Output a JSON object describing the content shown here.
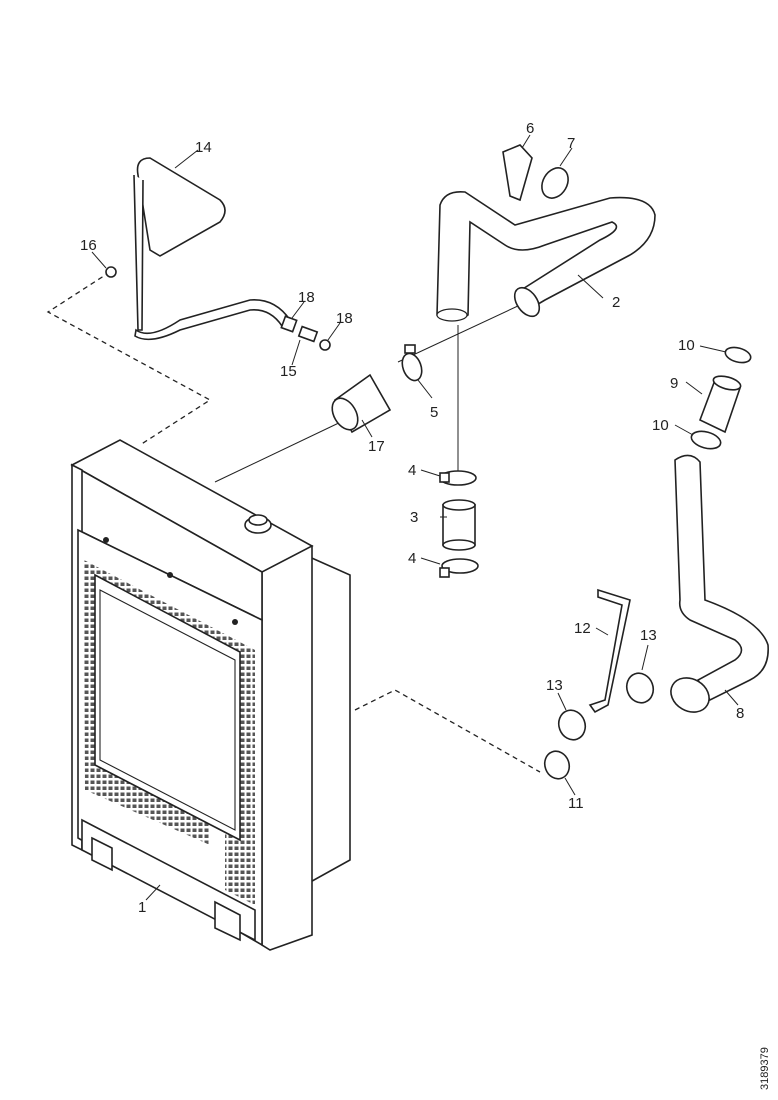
{
  "callouts": {
    "c1": "1",
    "c2": "2",
    "c3": "3",
    "c4a": "4",
    "c4b": "4",
    "c5": "5",
    "c6": "6",
    "c7": "7",
    "c8": "8",
    "c9": "9",
    "c10a": "10",
    "c10b": "10",
    "c11": "11",
    "c12": "12",
    "c13a": "13",
    "c13b": "13",
    "c14": "14",
    "c15": "15",
    "c16": "16",
    "c18a": "18",
    "c18b": "18",
    "c17": "17"
  },
  "reference_code": "3189379"
}
